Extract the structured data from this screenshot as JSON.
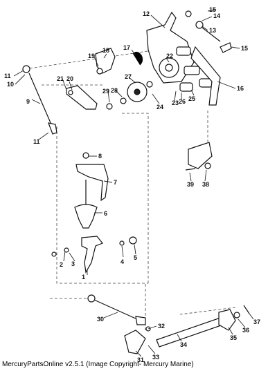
{
  "footer": "MercuryPartsOnline v2.5.1 (Image Copyright- Mercury Marine)",
  "callouts": [
    "1",
    "2",
    "3",
    "4",
    "5",
    "6",
    "7",
    "8",
    "9",
    "10",
    "11",
    "11",
    "12",
    "13",
    "14",
    "15",
    "15",
    "16",
    "17",
    "18",
    "19",
    "20",
    "21",
    "22",
    "23",
    "24",
    "25",
    "26",
    "27",
    "28",
    "29",
    "30",
    "31",
    "32",
    "33",
    "34",
    "35",
    "36",
    "37",
    "38",
    "39"
  ]
}
